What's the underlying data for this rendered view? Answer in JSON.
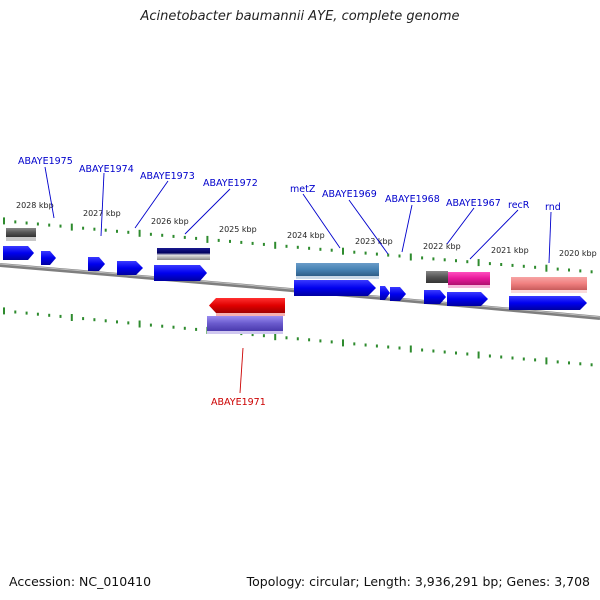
{
  "title": "Acinetobacter baumannii AYE, complete genome",
  "accession": "Accession: NC_010410",
  "summary": "Topology: circular; Length: 3,936,291 bp; Genes: 3,708",
  "kbp_labels": [
    "2028 kbp",
    "2027 kbp",
    "2026 kbp",
    "2025 kbp",
    "2024 kbp",
    "2023 kbp",
    "2022 kbp",
    "2021 kbp",
    "2020 kbp"
  ],
  "gene_labels": {
    "abaye1975": "ABAYE1975",
    "abaye1974": "ABAYE1974",
    "abaye1973": "ABAYE1973",
    "abaye1972": "ABAYE1972",
    "metz": "metZ",
    "abaye1969": "ABAYE1969",
    "abaye1968": "ABAYE1968",
    "abaye1967": "ABAYE1967",
    "recr": "recR",
    "rnd": "rnd",
    "abaye1971": "ABAYE1971"
  },
  "colors": {
    "forward_cds": "#0000ee",
    "reverse_gene": "#dd0000",
    "reverse_cds": "#6a5acd",
    "backbone": "#888888",
    "tick": "#2e8b2e",
    "gene_label": "#0000cc",
    "gene_label_reverse": "#cc0000",
    "metz_feature": "#4682b4",
    "recr_feature": "#e6199a",
    "rnd_feature": "#f08080",
    "abaye1973_feature": "#000080",
    "grey_feature": "#555555"
  }
}
